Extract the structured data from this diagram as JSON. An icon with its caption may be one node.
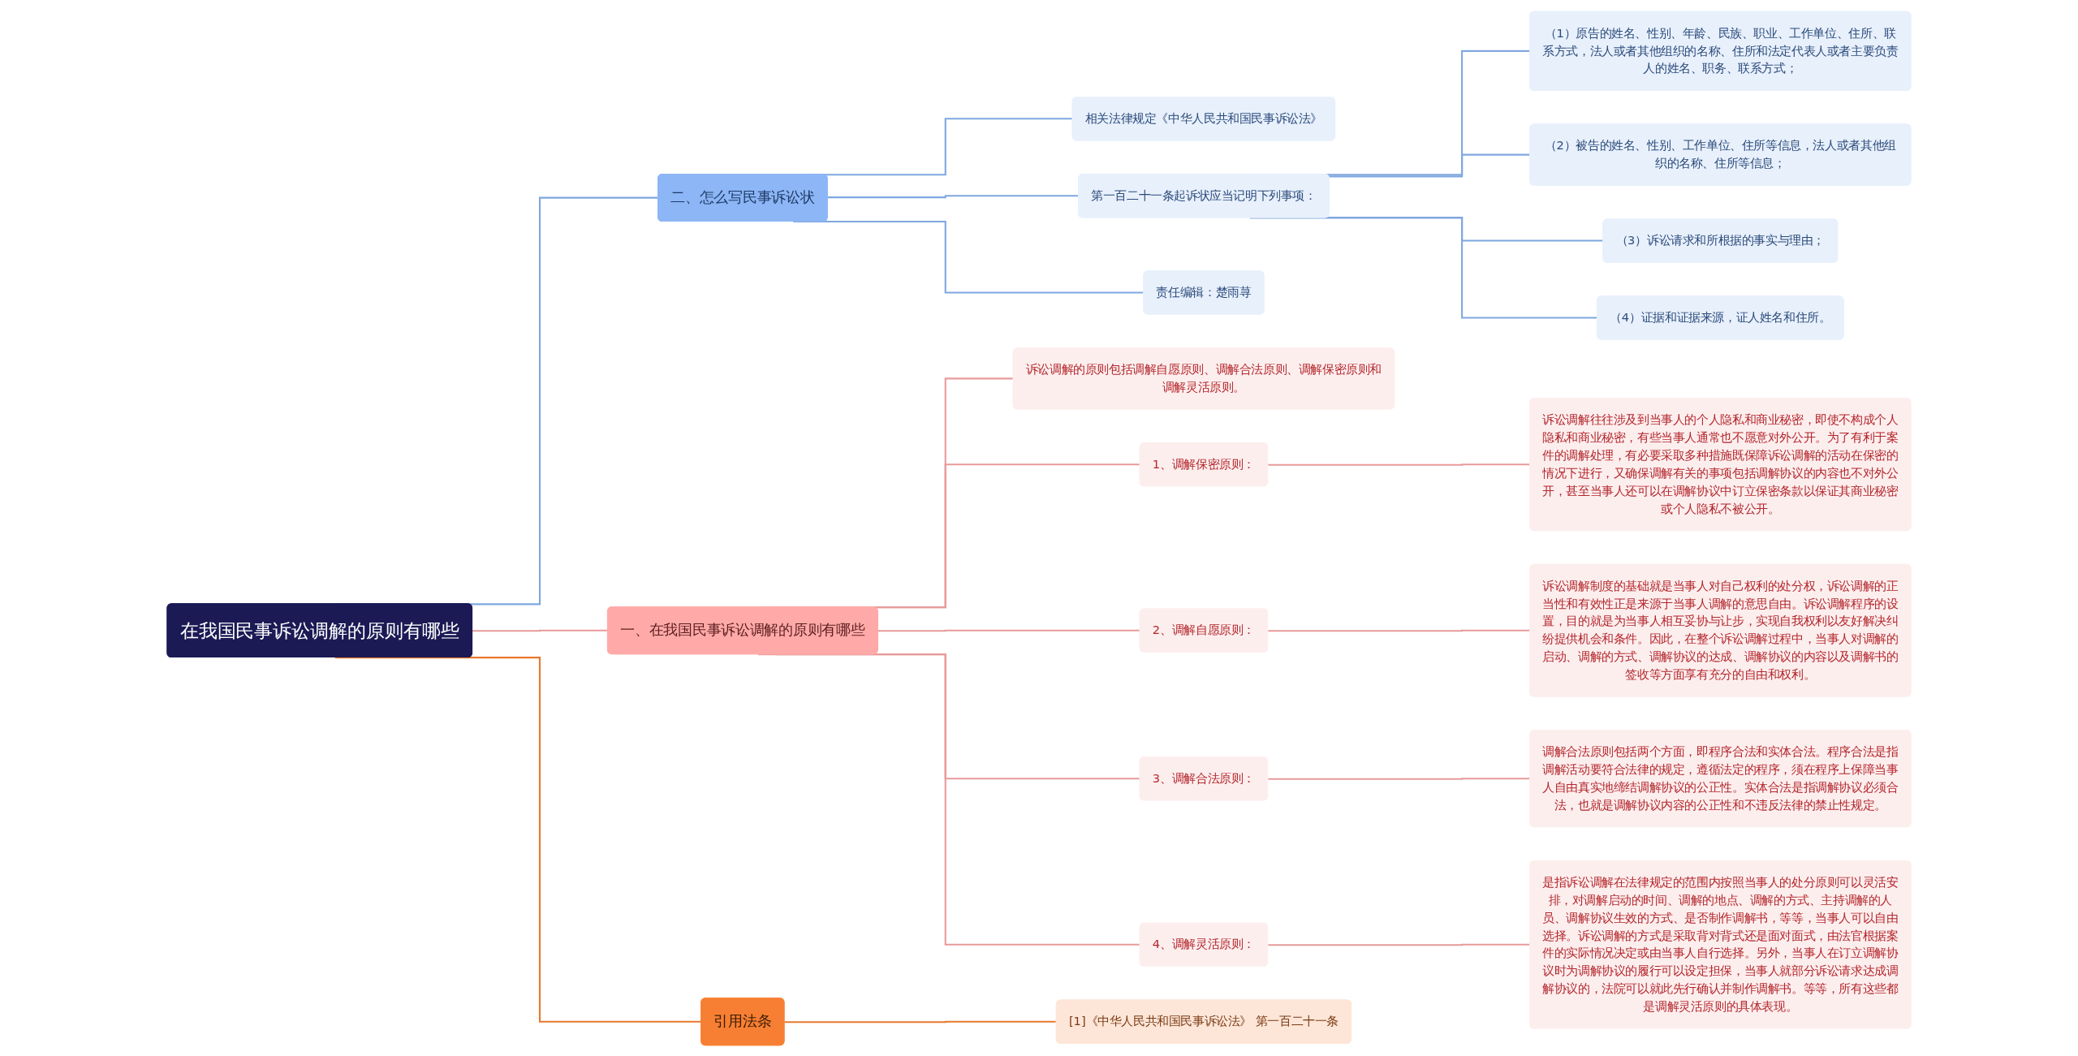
{
  "diagram": {
    "nodes": [
      {
        "text": [
          "在我国民事诉讼调解的原则有哪些"
        ]
      },
      {
        "text": [
          "二、怎么写民事诉讼状"
        ]
      },
      {
        "text": [
          "相关法律规定《中华人民共和国民事诉讼法》"
        ]
      },
      {
        "text": [
          "第一百二十一条起诉状应当记明下列事项："
        ]
      },
      {
        "text": [
          "（1）原告的姓名、性别、年龄、民族、职业、工作单位、住所、联系方式，法人或者其他组织的名称、住所和法定代表人或者主要负责人的姓名、职务、联系方式；"
        ]
      },
      {
        "text": [
          "（2）被告的姓名、性别、工作单位、住所等信息，法人或者其他组织的名称、住所等信息；"
        ]
      },
      {
        "text": [
          "（3）诉讼请求和所根据的事实与理由；"
        ]
      },
      {
        "text": [
          "（4）证据和证据来源，证人姓名和住所。"
        ]
      },
      {
        "text": [
          "责任编辑：楚雨荨"
        ]
      },
      {
        "text": [
          "一、在我国民事诉讼调解的原则有哪些"
        ]
      },
      {
        "text": [
          "诉讼调解的原则包括调解自愿原则、调解合法原则、调解保密原则和调解灵活原则。"
        ]
      },
      {
        "text": [
          "1、调解保密原则："
        ]
      },
      {
        "text": [
          "诉讼调解往往涉及到当事人的个人隐私和商业秘密，即使不构成个人隐私和商业秘密，有些当事人通常也不愿意对外公开。为了有利于案件的调解处理，有必要采取多种措施既保障诉讼调解的活动在保密的情况下进行，又确保调解有关的事项包括调解协议的内容也不对外公开，甚至当事人还可以在调解协议中订立保密条款以保证其商业秘密或个人隐私不被公开。"
        ]
      },
      {
        "text": [
          "2、调解自愿原则："
        ]
      },
      {
        "text": [
          "诉讼调解制度的基础就是当事人对自己权利的处分权，诉讼调解的正当性和有效性正是来源于当事人调解的意思自由。诉讼调解程序的设置，目的就是为当事人相互妥协与让步，实现自我权利以友好解决纠纷提供机会和条件。因此，在整个诉讼调解过程中，当事人对调解的启动、调解的方式、调解协议的达成、调解协议的内容以及调解书的签收等方面享有充分的自由和权利。"
        ]
      },
      {
        "text": [
          "3、调解合法原则："
        ]
      },
      {
        "text": [
          "调解合法原则包括两个方面，即程序合法和实体合法。程序合法是指调解活动要符合法律的规定，遵循法定的程序，须在程序上保障当事人自由真实地缔结调解协议的公正性。实体合法是指调解协议必须合法，也就是调解协议内容的公正性和不违反法律的禁止性规定。"
        ]
      },
      {
        "text": [
          "4、调解灵活原则："
        ]
      },
      {
        "text": [
          "是指诉讼调解在法律规定的范围内按照当事人的处分原则可以灵活安排，对调解启动的时间、调解的地点、调解的方式、主持调解的人员、调解协议生效的方式、是否制作调解书，等等，当事人可以自由选择。诉讼调解的方式是采取背对背式还是面对面式，由法官根据案件的实际情况决定或由当事人自行选择。另外，当事人在订立调解协议时为调解协议的履行可以设定担保，当事人就部分诉讼请求达成调解协议的，法院可以就此先行确认并制作调解书。等等，所有这些都是调解灵活原则的具体表现。"
        ]
      },
      {
        "text": [
          "引用法条"
        ]
      },
      {
        "text": [
          "[1]《中华人民共和国民事诉讼法》 第一百二十一条"
        ]
      }
    ],
    "edges": [
      {
        "from": 0,
        "to": 1,
        "arrow": "none",
        "color": "#7fa7e0"
      },
      {
        "from": 1,
        "to": 2,
        "arrow": "none",
        "color": "#7fa7e0"
      },
      {
        "from": 1,
        "to": 3,
        "arrow": "none",
        "color": "#7fa7e0"
      },
      {
        "from": 3,
        "to": 4,
        "arrow": "none",
        "color": "#7fa7e0"
      },
      {
        "from": 3,
        "to": 5,
        "arrow": "none",
        "color": "#7fa7e0"
      },
      {
        "from": 3,
        "to": 6,
        "arrow": "none",
        "color": "#7fa7e0"
      },
      {
        "from": 3,
        "to": 7,
        "arrow": "none",
        "color": "#7fa7e0"
      },
      {
        "from": 1,
        "to": 8,
        "arrow": "none",
        "color": "#7fa7e0"
      },
      {
        "from": 0,
        "to": 9,
        "arrow": "none"
      },
      {
        "from": 9,
        "to": 10,
        "arrow": "none"
      },
      {
        "from": 9,
        "to": 11,
        "arrow": "none"
      },
      {
        "from": 11,
        "to": 12,
        "arrow": "none"
      },
      {
        "from": 9,
        "to": 13,
        "arrow": "none"
      },
      {
        "from": 13,
        "to": 14,
        "arrow": "none"
      },
      {
        "from": 9,
        "to": 15,
        "arrow": "none"
      },
      {
        "from": 15,
        "to": 16,
        "arrow": "none"
      },
      {
        "from": 9,
        "to": 17,
        "arrow": "none"
      },
      {
        "from": 17,
        "to": 18,
        "arrow": "none"
      },
      {
        "from": 0,
        "to": 19,
        "arrow": "none",
        "color": "#e8782e"
      },
      {
        "from": 19,
        "to": 20,
        "arrow": "none",
        "color": "#e8782e"
      }
    ]
  }
}
